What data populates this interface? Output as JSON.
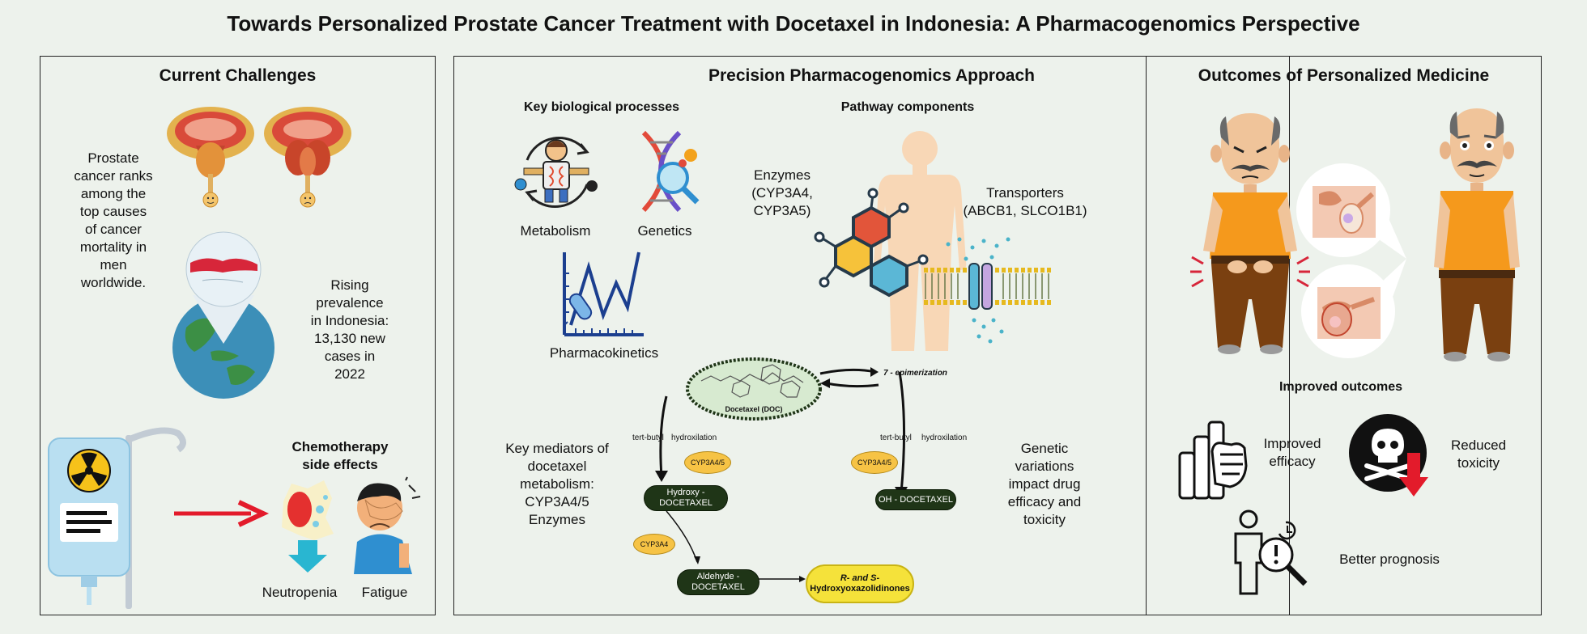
{
  "title": "Towards Personalized Prostate Cancer Treatment with Docetaxel in Indonesia: A Pharmacogenomics Perspective",
  "left": {
    "heading": "Current Challenges",
    "prostate_text": "Prostate cancer ranks among the top causes of cancer mortality in men worldwide.",
    "indonesia_text": "Rising prevalence in Indonesia: 13,130 new cases in 2022",
    "chemo_heading": "Chemotherapy side effects",
    "neutropenia": "Neutropenia",
    "fatigue": "Fatigue"
  },
  "middle": {
    "heading": "Precision Pharmacogenomics Approach",
    "key_processes": "Key biological processes",
    "pathway_components": "Pathway components",
    "metabolism": "Metabolism",
    "genetics": "Genetics",
    "pharmacokinetics": "Pharmacokinetics",
    "enzymes": "Enzymes (CYP3A4, CYP3A5)",
    "transporters": "Transporters (ABCB1, SLCO1B1)",
    "docetaxel": "Docetaxel (DOC)",
    "epimerization": "7 - epimerization",
    "tert_butyl": "tert-butyl",
    "hydroxilation": "hydroxilation",
    "cyp3a45": "CYP3A4/5",
    "cyp3a4": "CYP3A4",
    "hydroxy_doc": "Hydroxy - DOCETAXEL",
    "oh_doc": "OH - DOCETAXEL",
    "aldehyde_doc": "Aldehyde - DOCETAXEL",
    "r_s_prefix": "R- and S-",
    "hydroxyoxazolidinones": "Hydroxyoxazolidinones",
    "mediators": "Key mediators of docetaxel metabolism: CYP3A4/5 Enzymes",
    "variations": "Genetic variations impact drug efficacy and toxicity"
  },
  "right": {
    "heading": "Outcomes of Personalized Medicine",
    "improved_outcomes": "Improved outcomes",
    "improved_efficacy": "Improved efficacy",
    "reduced_toxicity": "Reduced toxicity",
    "better_prognosis": "Better prognosis"
  },
  "colors": {
    "background": "#edf2ec",
    "dark_node": "#1f3517",
    "enzyme_oval": "#f6c345",
    "product": "#f5e23a",
    "shirt": "#f5991c",
    "pants": "#7a4010",
    "arrow_red": "#e31b2b"
  }
}
